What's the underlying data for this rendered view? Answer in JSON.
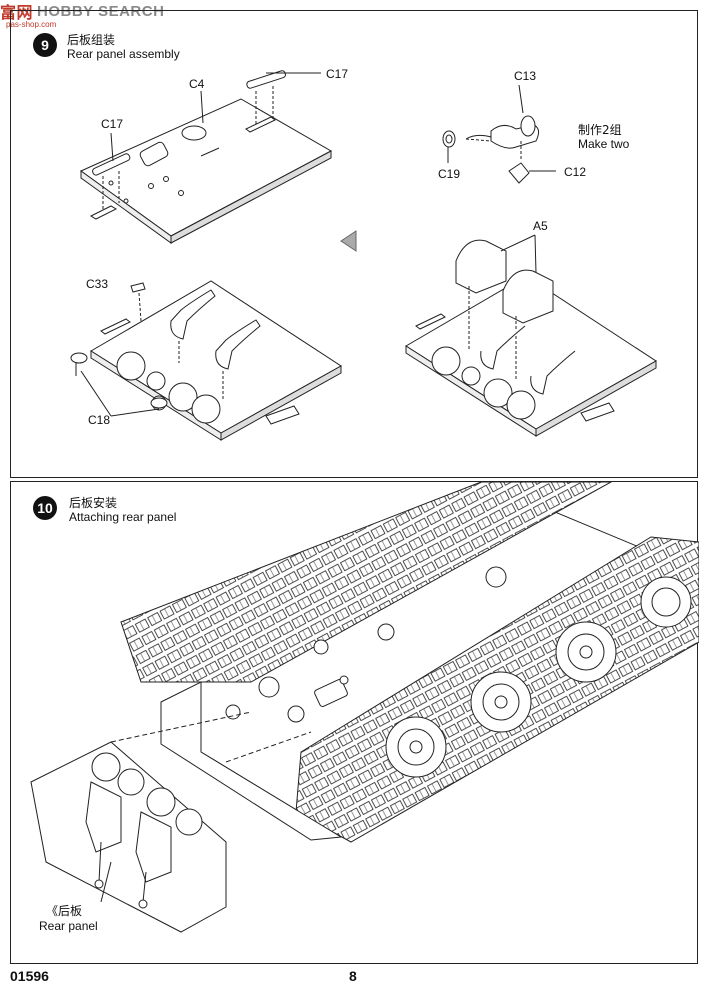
{
  "watermark": {
    "cn": "富网",
    "text": "HOBBY SEARCH",
    "sub": "pas-shop.com"
  },
  "step9": {
    "number": "9",
    "title_cn": "后板组装",
    "title_en": "Rear panel assembly",
    "labels": {
      "c4": "C4",
      "c17_top": "C17",
      "c17_left": "C17",
      "c13": "C13",
      "c19": "C19",
      "c12": "C12",
      "make_two_cn": "制作2组",
      "make_two_en": "Make two",
      "c33": "C33",
      "c18": "C18",
      "a5": "A5"
    }
  },
  "step10": {
    "number": "10",
    "title_cn": "后板安装",
    "title_en": "Attaching rear panel",
    "rear_panel_cn": "《后板",
    "rear_panel_en": "Rear panel"
  },
  "footer": {
    "code": "01596",
    "page": "8"
  }
}
